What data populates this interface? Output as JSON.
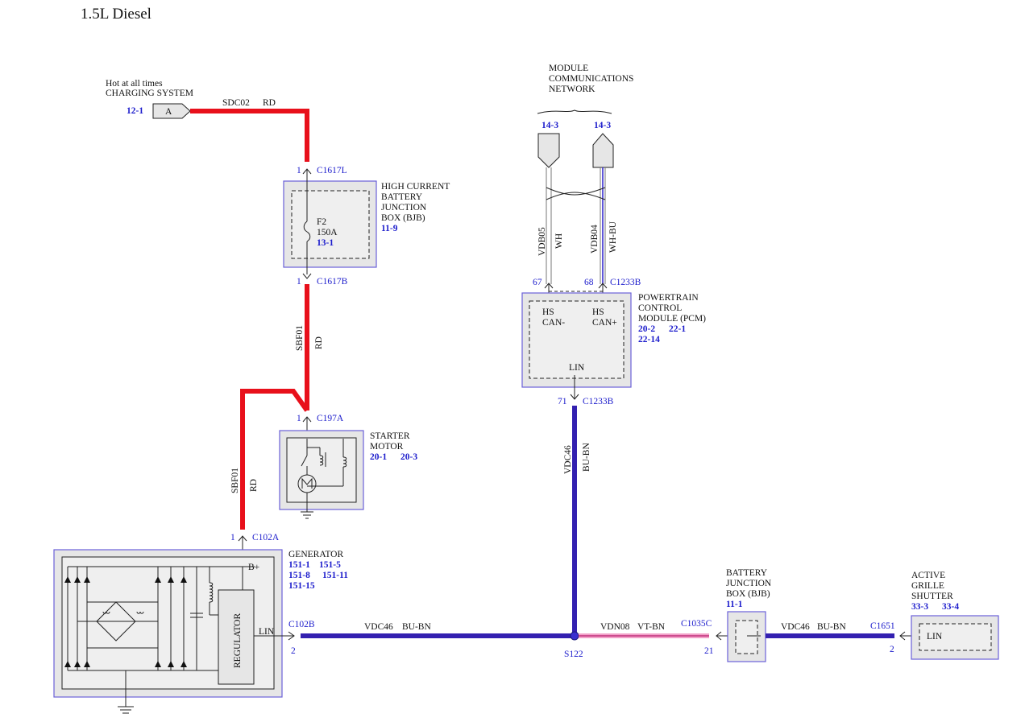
{
  "page_title": "1.5L Diesel",
  "charging_system": {
    "line1": "Hot at all times",
    "line2": "CHARGING SYSTEM",
    "ref": "12-1",
    "terminal": "A",
    "circuit": "SDC02",
    "color": "RD"
  },
  "bjb_high": {
    "line1": "HIGH CURRENT",
    "line2": "BATTERY",
    "line3": "JUNCTION",
    "line4": "BOX (BJB)",
    "ref": "11-9",
    "fuse_name": "F2",
    "fuse_rating": "150A",
    "fuse_ref": "13-1",
    "top_pin": "1",
    "top_connector": "C1617L",
    "bottom_pin": "1",
    "bottom_connector": "C1617B"
  },
  "wire_sbf01_upper": {
    "circuit": "SBF01",
    "color": "RD"
  },
  "starter": {
    "line1": "STARTER",
    "line2": "MOTOR",
    "ref1": "20-1",
    "ref2": "20-3",
    "pin": "1",
    "connector": "C197A"
  },
  "wire_sbf01_lower": {
    "circuit": "SBF01",
    "color": "RD"
  },
  "generator": {
    "label": "GENERATOR",
    "refs": [
      "151-1",
      "151-5",
      "151-8",
      "151-11",
      "151-15"
    ],
    "bplus": "B+",
    "lin": "LIN",
    "regulator": "REGULATOR",
    "top_pin": "1",
    "top_connector": "C102A",
    "right_connector": "C102B",
    "right_pin": "2"
  },
  "network": {
    "line1": "MODULE",
    "line2": "COMMUNICATIONS",
    "line3": "NETWORK",
    "ref_left": "14-3",
    "ref_right": "14-3",
    "wire_left_circuit": "VDB05",
    "wire_left_color": "WH",
    "wire_right_circuit": "VDB04",
    "wire_right_color": "WH-BU"
  },
  "pcm": {
    "line1": "POWERTRAIN",
    "line2": "CONTROL",
    "line3": "MODULE (PCM)",
    "ref1": "20-2",
    "ref2": "22-1",
    "ref3": "22-14",
    "hs_left_1": "HS",
    "hs_left_2": "CAN-",
    "hs_right_1": "HS",
    "hs_right_2": "CAN+",
    "lin": "LIN",
    "pin_left": "67",
    "pin_right": "68",
    "top_connector": "C1233B",
    "bottom_pin": "71",
    "bottom_connector": "C1233B"
  },
  "wire_vdc46_vertical": {
    "circuit": "VDC46",
    "color": "BU-BN"
  },
  "wire_vdc46_gen": {
    "circuit": "VDC46",
    "color": "BU-BN"
  },
  "splice": "S122",
  "wire_vdn08": {
    "circuit": "VDN08",
    "color": "VT-BN",
    "connector": "C1035C",
    "pin": "21"
  },
  "bjb": {
    "line1": "BATTERY",
    "line2": "JUNCTION",
    "line3": "BOX (BJB)",
    "ref": "11-1"
  },
  "wire_vdc46_grille": {
    "circuit": "VDC46",
    "color": "BU-BN",
    "connector": "C1651",
    "pin": "2"
  },
  "grille": {
    "line1": "ACTIVE",
    "line2": "GRILLE",
    "line3": "SHUTTER",
    "ref1": "33-3",
    "ref2": "33-4",
    "lin": "LIN"
  },
  "colors": {
    "power_wire": "#e8101b",
    "data_wire": "#3320b0",
    "module_border": "#6a60d8",
    "reference_text": "#1c1ccc"
  }
}
